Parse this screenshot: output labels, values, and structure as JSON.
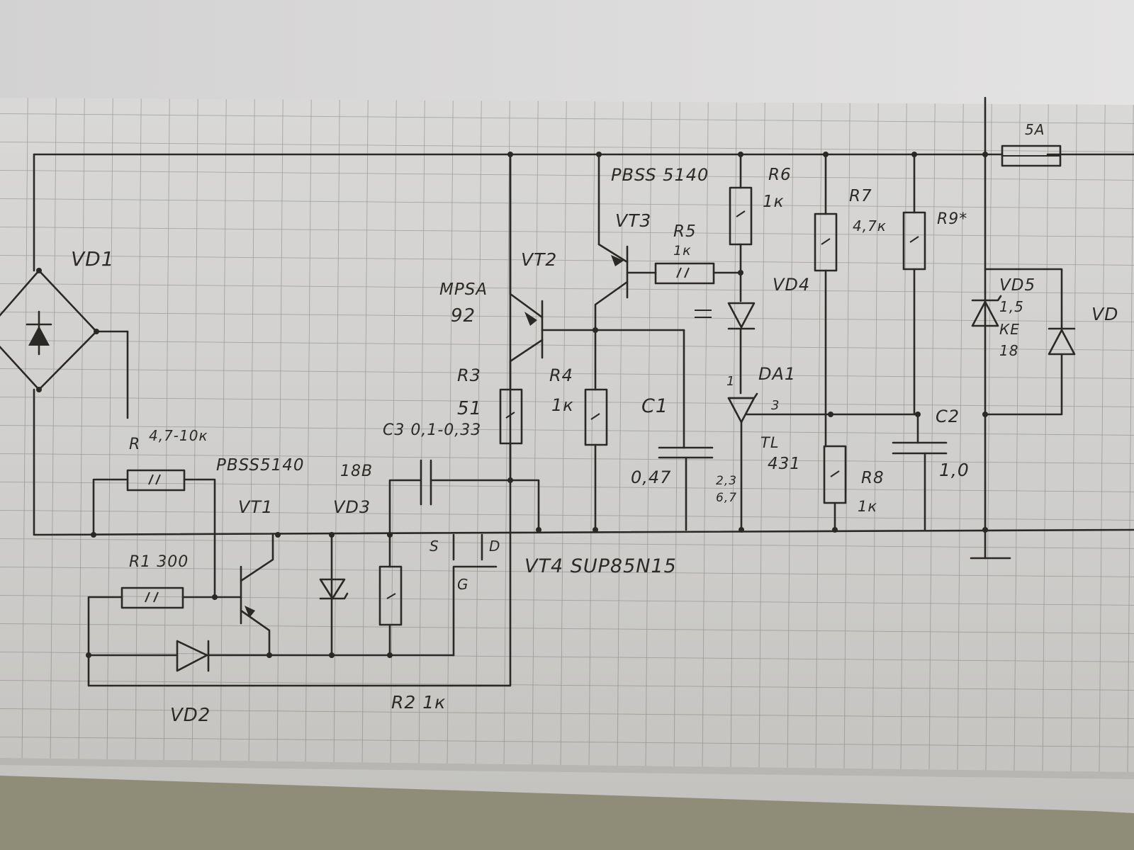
{
  "labels": {
    "vd1": "VD1",
    "r_top": "R",
    "r_top_value": "4,7-10к",
    "vt1_type": "PBSS5140",
    "vt1": "VT1",
    "r1": "R1 300",
    "vd2": "VD2",
    "r2": "R2 1к",
    "vd3_volt": "18В",
    "vd3": "VD3",
    "c3": "C3 0,1-0,33",
    "gate_s": "S",
    "gate_d": "D",
    "gate_g": "G",
    "vt4": "VT4 SUP85N15",
    "mpsa": "MPSA",
    "mpsa_num": "92",
    "vt2": "VT2",
    "r3": "R3",
    "r3_value": "51",
    "r4": "R4",
    "r4_value": "1к",
    "vt3_type": "PBSS 5140",
    "vt3": "VT3",
    "r5": "R5",
    "r5_value": "1к",
    "r6": "R6",
    "r6_value": "1к",
    "c1": "C1",
    "c1_value": "0,47",
    "da1": "DA1",
    "pin1": "1",
    "pin3": "3",
    "pin2": "2,3",
    "pin67": "6,7",
    "tl": "TL",
    "tl_num": "431",
    "r7": "R7",
    "r7_value": "4,7к",
    "vd4": "VD4",
    "r8": "R8",
    "r8_value": "1к",
    "c2": "C2",
    "c2_value": "1,0",
    "r9": "R9*",
    "vd5": "VD5",
    "vd5_value1": "1,5",
    "vd5_value2": "КЕ",
    "vd5_value3": "18",
    "vd_right": "VD",
    "fuse": "5А"
  }
}
